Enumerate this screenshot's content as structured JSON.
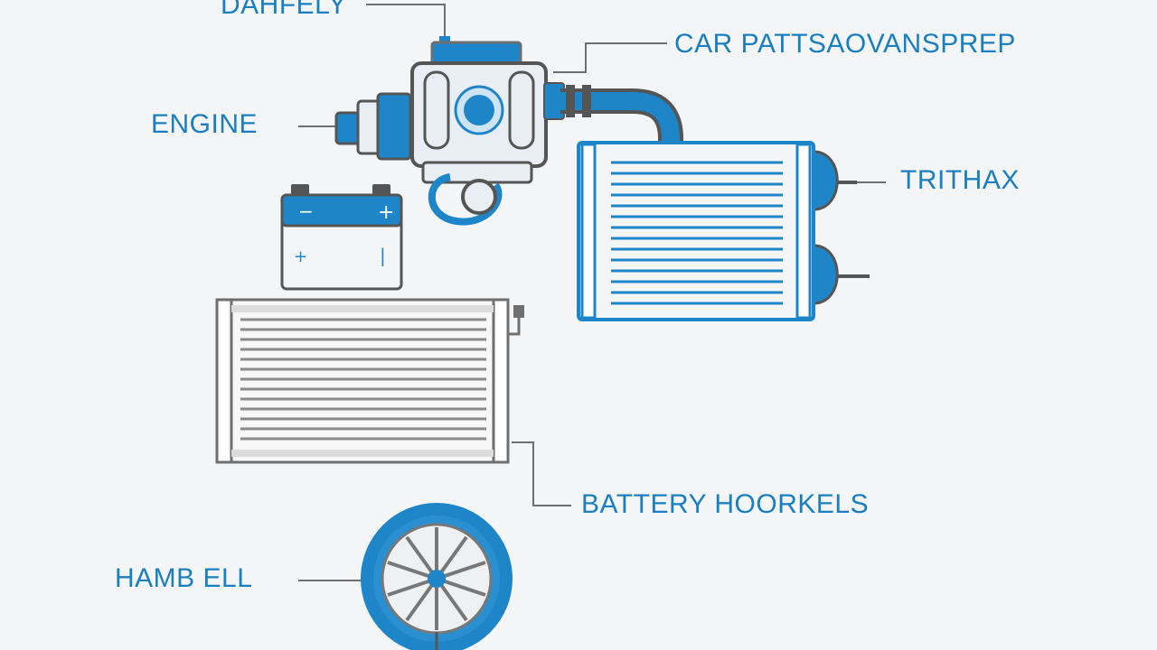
{
  "labels": {
    "top": "DAHFELY",
    "car_part": "CAR PATTSAOVANSPREP",
    "engine": "ENGINE",
    "trithax": "TRITHAX",
    "battery": "BATTERY HOORKELS",
    "hamb": "HAMB ELL"
  },
  "battery_symbols": {
    "minus": "−",
    "plus": "+",
    "plus_small": "+",
    "bar": "|"
  },
  "colors": {
    "background": "#f4f5f6",
    "line_gray": "#6f6f6f",
    "blue": "#1e86c8",
    "light_blue": "#cfe4f3",
    "label_blue": "#1a7fc0"
  },
  "icons": [
    "engine-icon",
    "battery-icon",
    "radiator-icon",
    "intercooler-icon",
    "wheel-icon"
  ]
}
